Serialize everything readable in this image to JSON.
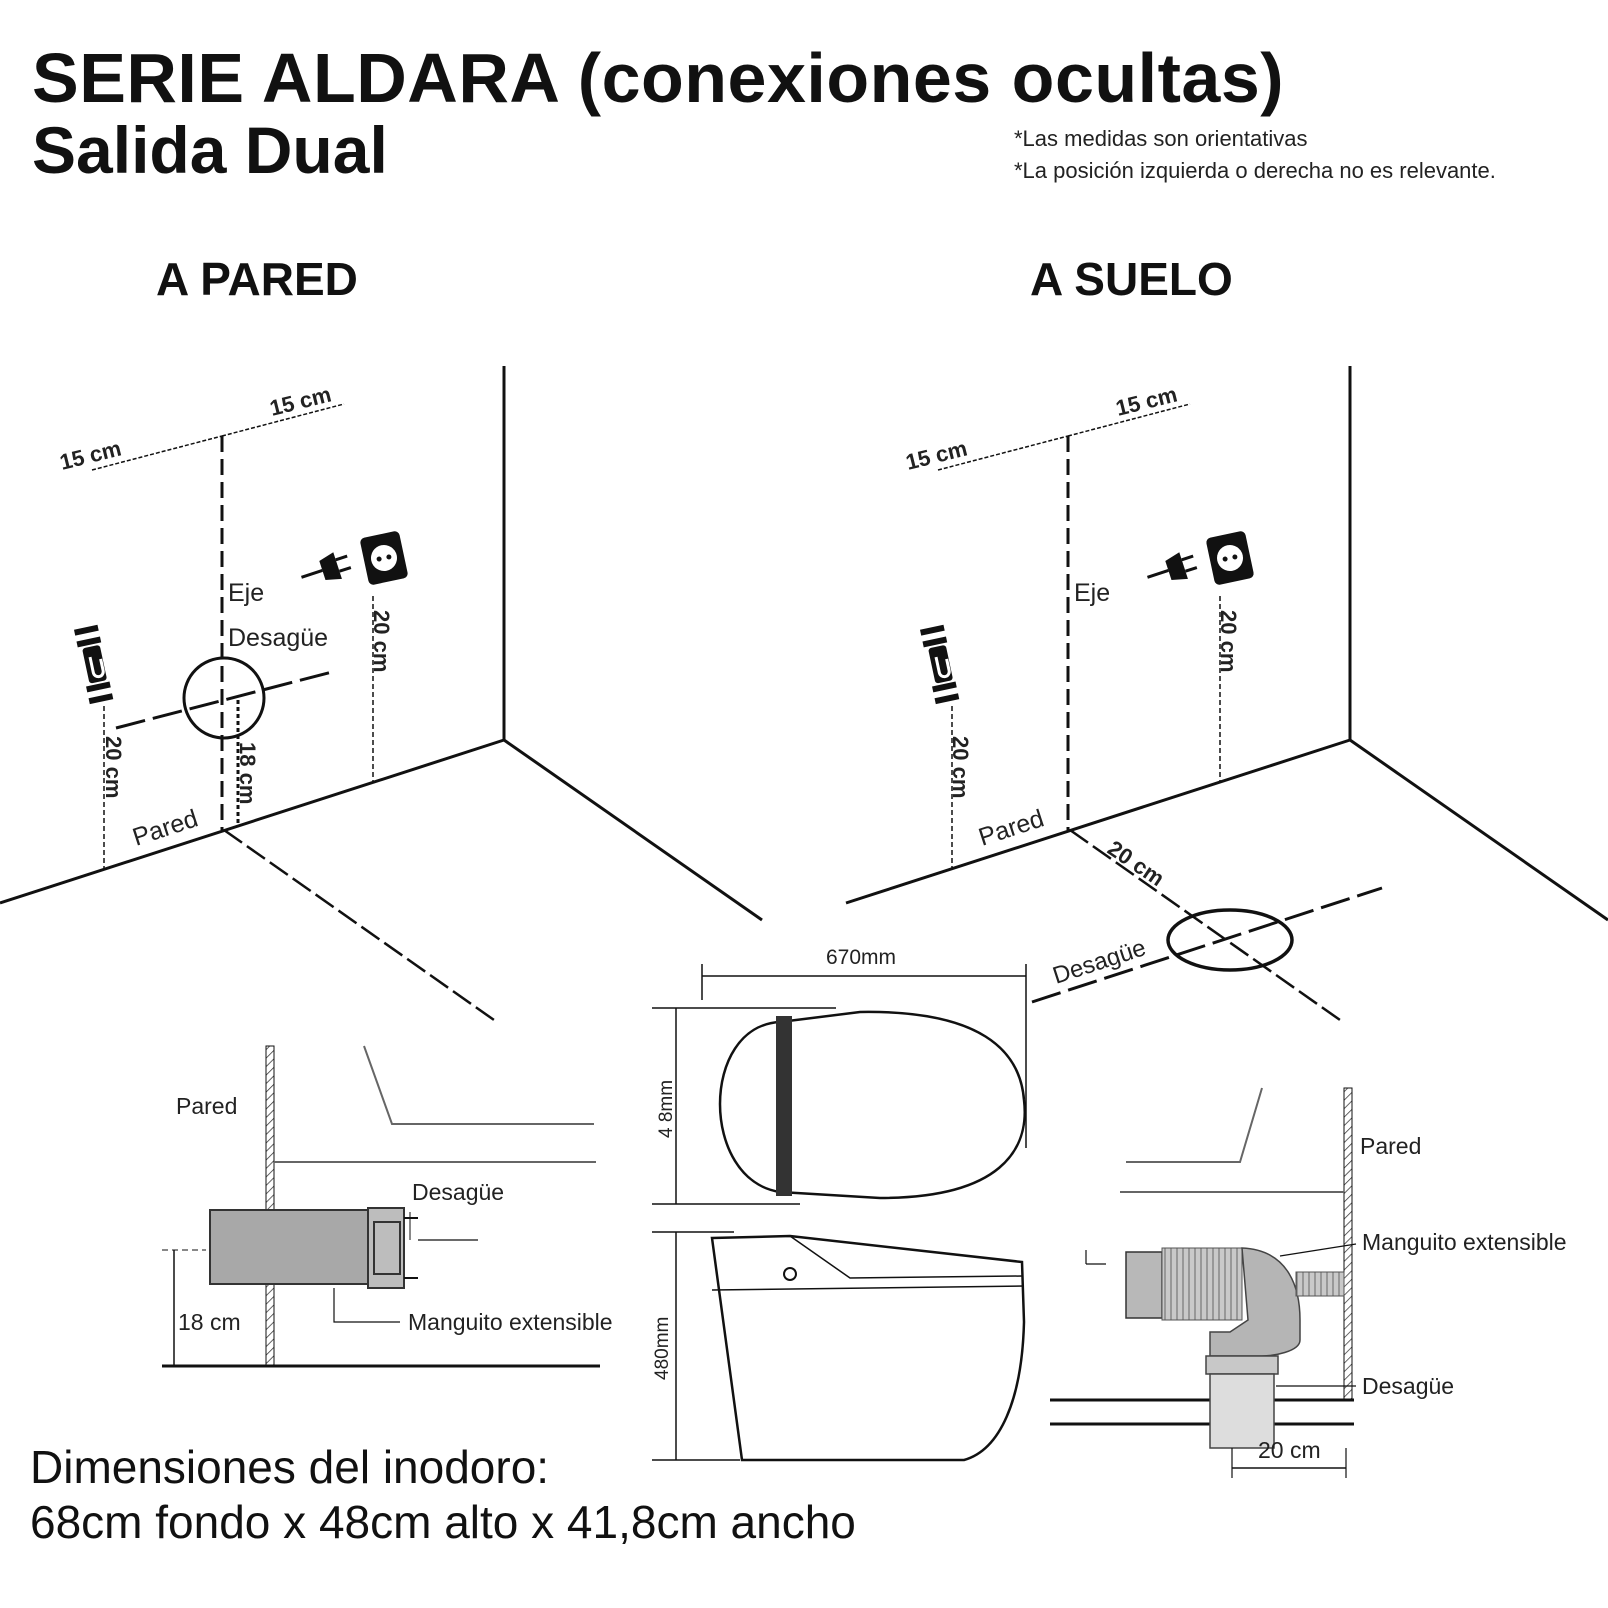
{
  "header": {
    "title": "SERIE ALDARA (conexiones ocultas)",
    "subtitle": "Salida Dual",
    "notes": [
      "*Las medidas son orientativas",
      "*La posición izquierda o derecha no es relevante."
    ]
  },
  "sections": {
    "wall": "A PARED",
    "floor": "A SUELO"
  },
  "wall_diagram": {
    "top_left": "15 cm",
    "top_right": "15 cm",
    "axis": "Eje",
    "drain": "Desagüe",
    "socket_height": "20 cm",
    "tap_height": "20 cm",
    "drain_height": "18 cm",
    "wall": "Pared"
  },
  "floor_diagram": {
    "top_left": "15 cm",
    "top_right": "15 cm",
    "axis": "Eje",
    "socket_height": "20 cm",
    "tap_height": "20 cm",
    "wall": "Pared",
    "drain_distance": "20 cm",
    "drain": "Desagüe"
  },
  "toilet": {
    "length": "670mm",
    "width": "4 8mm",
    "height": "480mm"
  },
  "wall_detail": {
    "wall": "Pared",
    "drain": "Desagüe",
    "height": "18 cm",
    "sleeve": "Manguito extensible"
  },
  "floor_detail": {
    "wall": "Pared",
    "sleeve": "Manguito extensible",
    "drain": "Desagüe",
    "distance": "20 cm"
  },
  "dimensions": {
    "label": "Dimensiones del inodoro:",
    "value": "68cm fondo x 48cm alto x 41,8cm ancho"
  }
}
